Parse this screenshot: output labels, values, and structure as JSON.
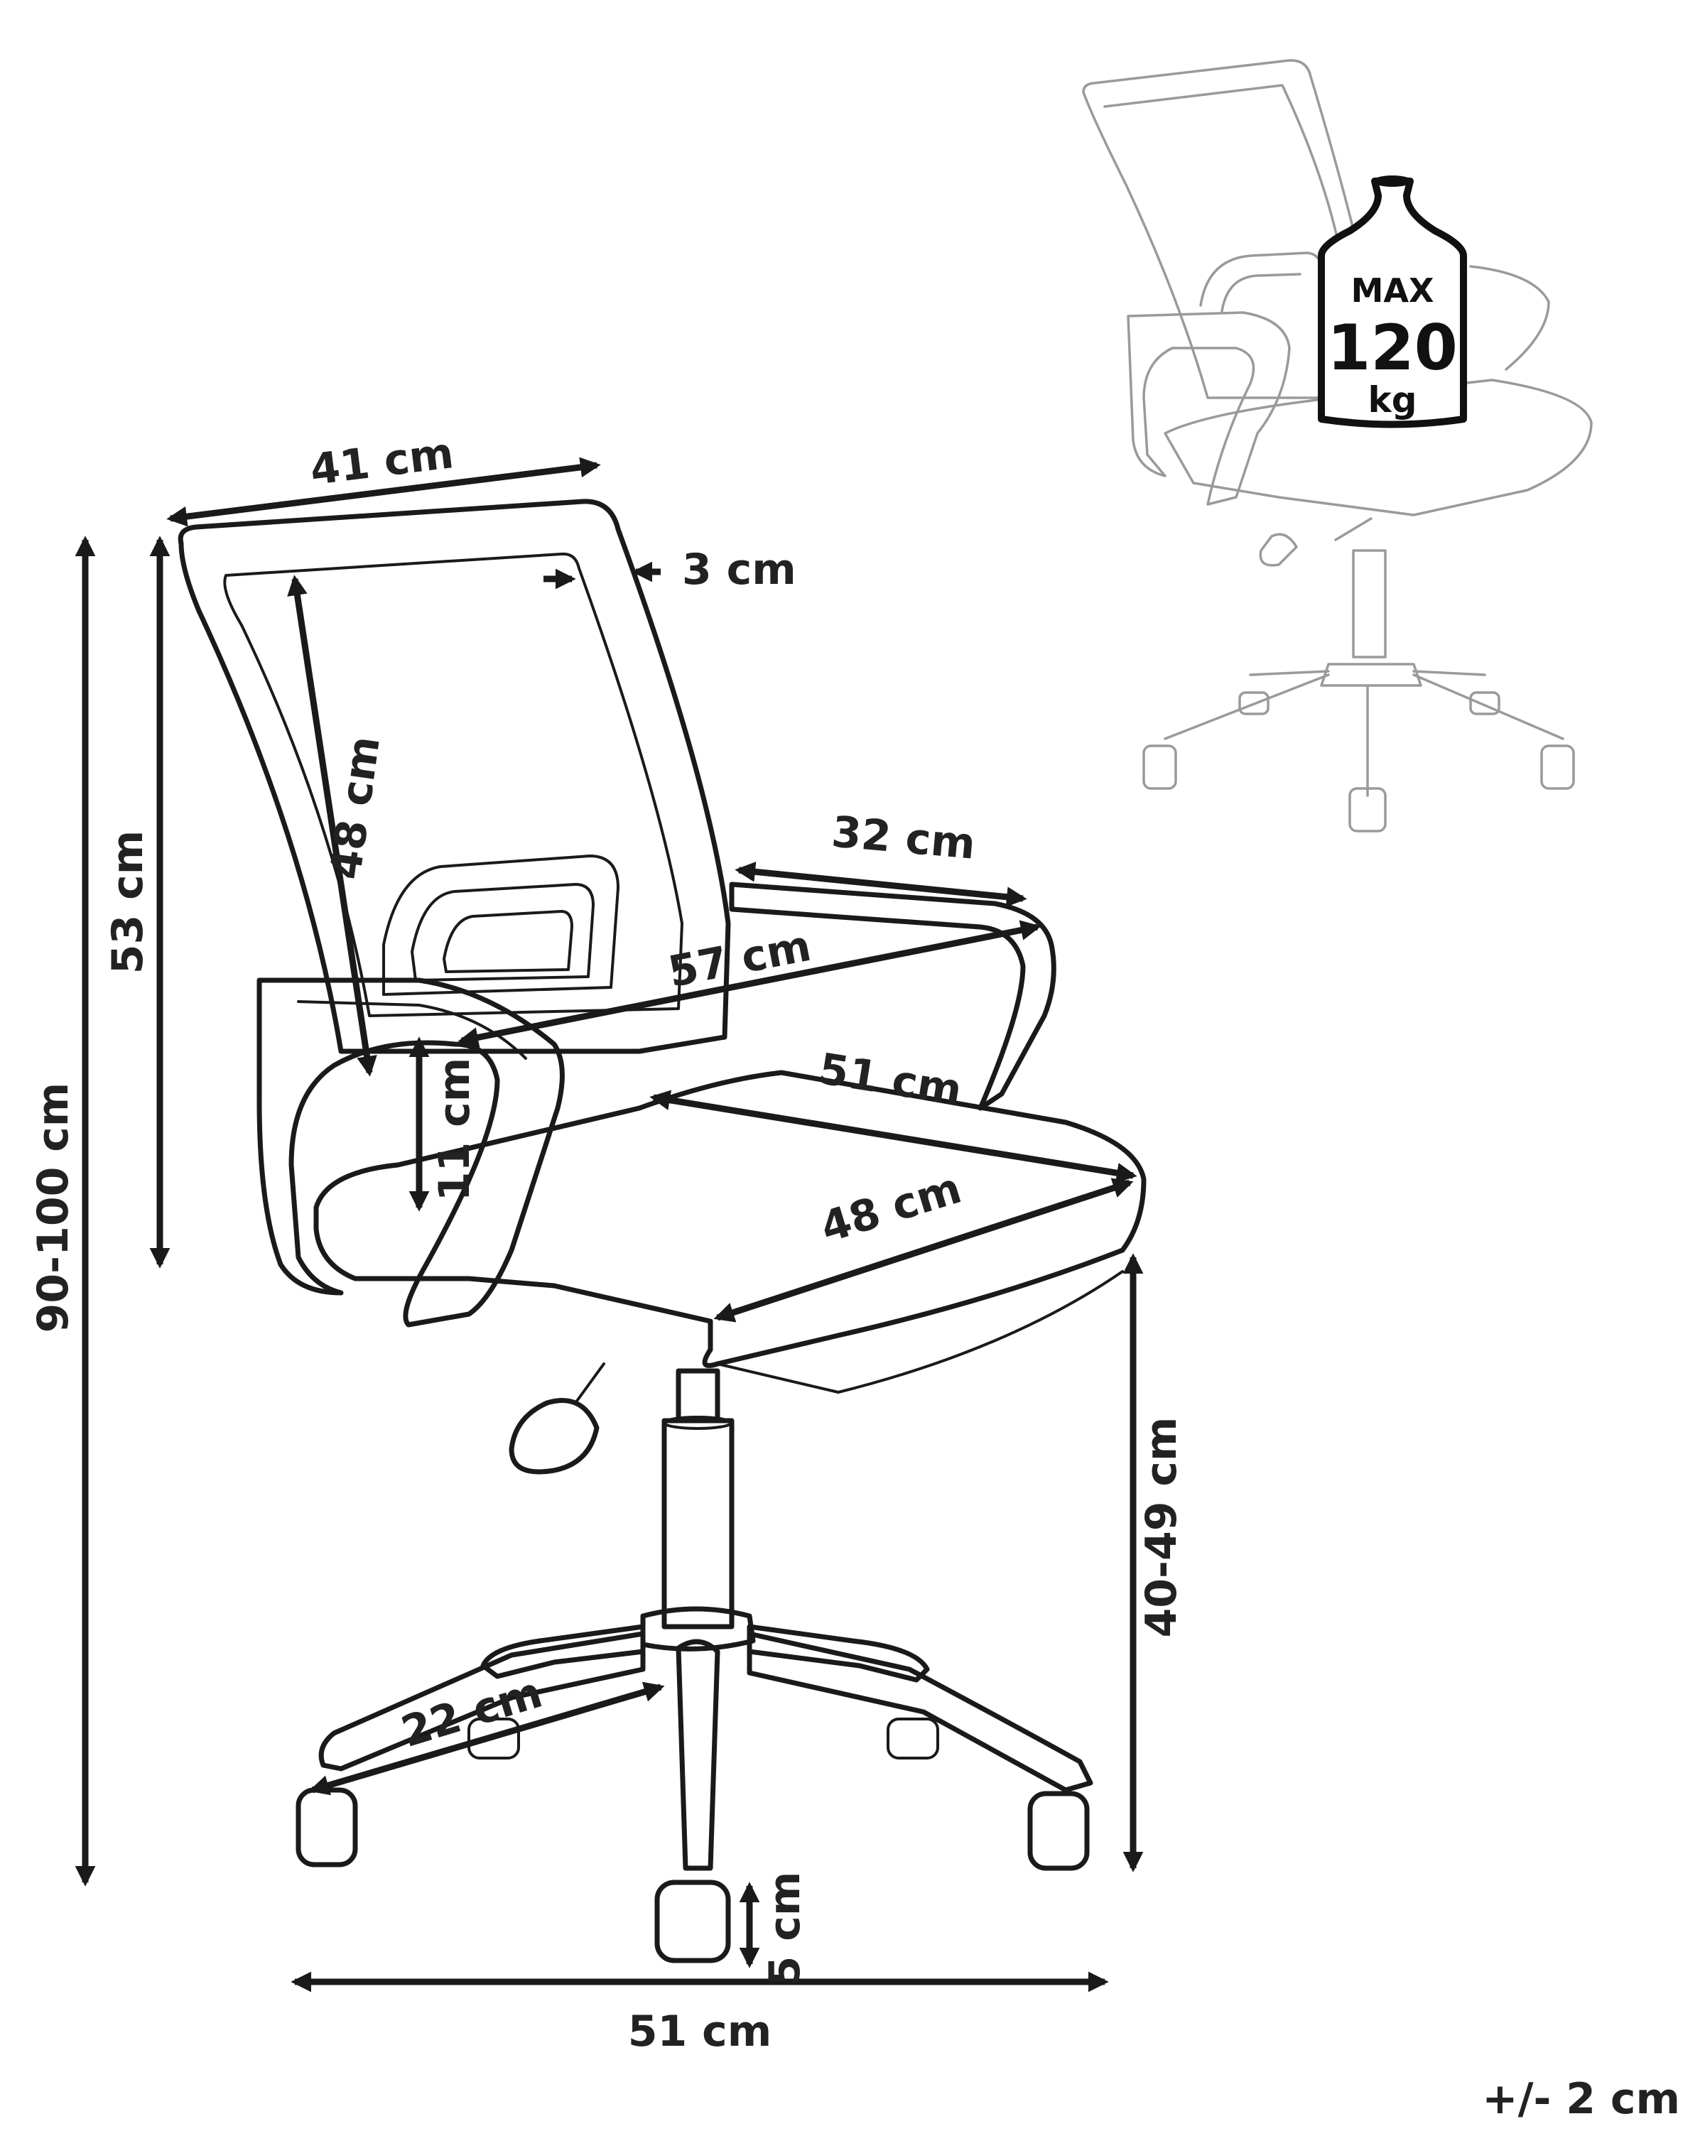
{
  "dimensions": {
    "backrest_width": "41 cm",
    "frame_thickness": "3 cm",
    "backrest_height_inner": "48 cm",
    "backrest_height": "53 cm",
    "total_height": "90-100 cm",
    "armrest_length": "32 cm",
    "seat_to_armrest_diag": "57 cm",
    "seat_width": "51 cm",
    "armrest_height": "11 cm",
    "seat_depth": "48 cm",
    "seat_height": "40-49 cm",
    "base_leg": "22 cm",
    "caster_height": "5 cm",
    "base_width": "51 cm",
    "tolerance": "+/- 2 cm"
  },
  "badge": {
    "label": "MAX",
    "value": "120",
    "unit": "kg"
  }
}
